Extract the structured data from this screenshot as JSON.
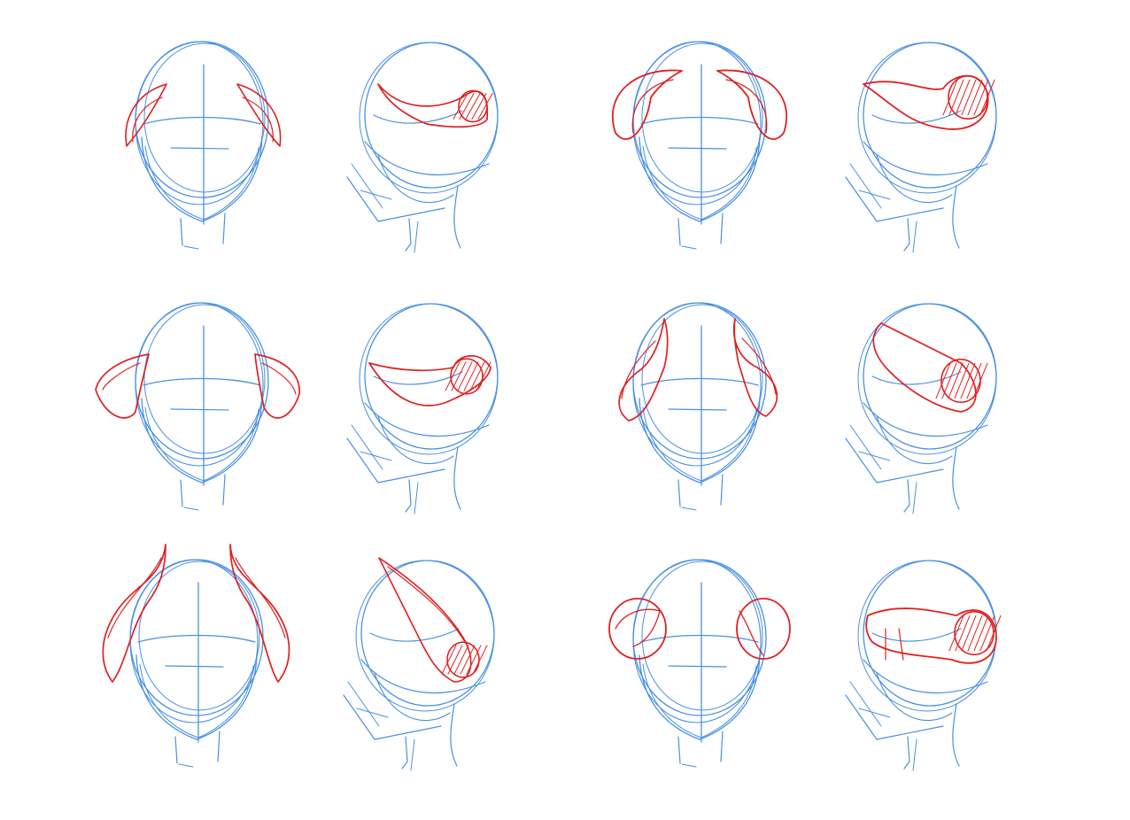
{
  "canvas": {
    "background": "#ffffff",
    "guide_color": "#4a90e2",
    "hair_color": "#e02020"
  },
  "sketches": [
    {
      "view": "front",
      "style": "short-curl"
    },
    {
      "view": "three-quarter",
      "style": "short-curl"
    },
    {
      "view": "front",
      "style": "round-bun"
    },
    {
      "view": "three-quarter",
      "style": "round-bun"
    },
    {
      "view": "front",
      "style": "flared-wing"
    },
    {
      "view": "three-quarter",
      "style": "flared-wing"
    },
    {
      "view": "front",
      "style": "upswept-horn"
    },
    {
      "view": "three-quarter",
      "style": "upswept-horn"
    },
    {
      "view": "front",
      "style": "tall-spike"
    },
    {
      "view": "three-quarter",
      "style": "tall-spike"
    },
    {
      "view": "front",
      "style": "side-puff"
    },
    {
      "view": "three-quarter",
      "style": "side-puff"
    }
  ]
}
